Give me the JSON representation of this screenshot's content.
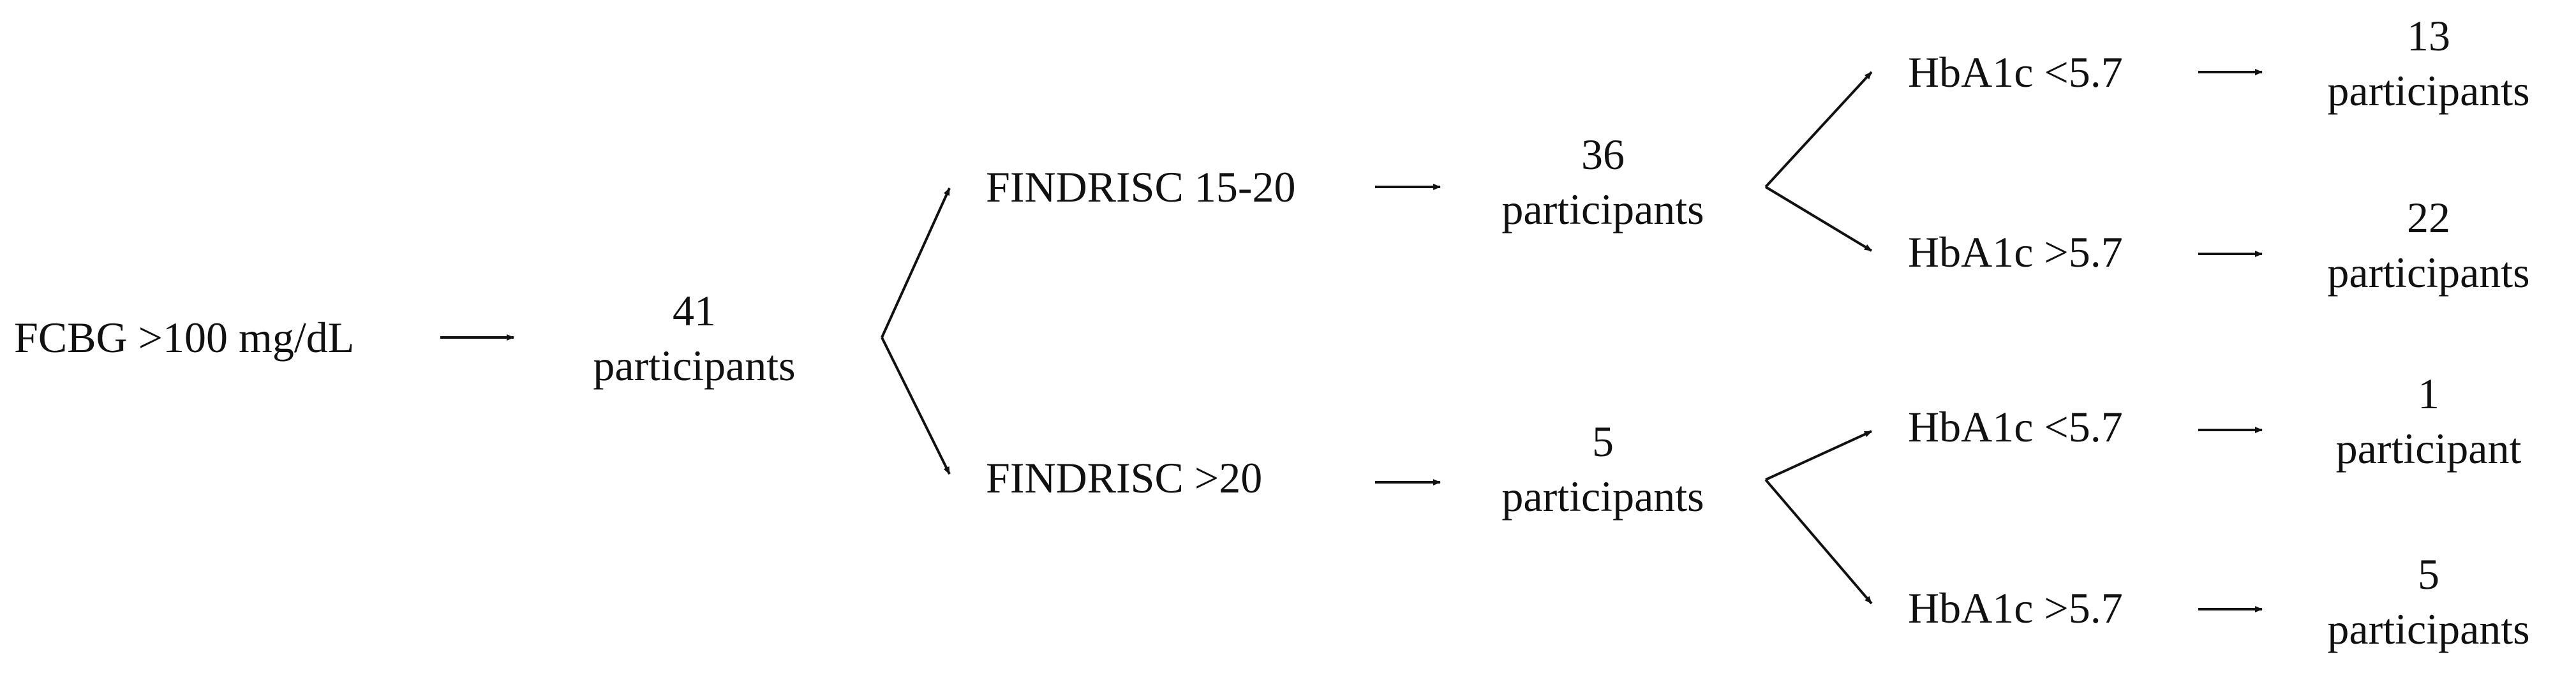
{
  "root": {
    "criterion": "FCBG >100 mg/dL",
    "count": "41",
    "unit": "participants"
  },
  "branches": [
    {
      "criterion": "FINDRISC 15-20",
      "count": "36",
      "unit": "participants",
      "outcomes": [
        {
          "criterion": "HbA1c <5.7",
          "count": "13",
          "unit": "participants"
        },
        {
          "criterion": "HbA1c >5.7",
          "count": "22",
          "unit": "participants"
        }
      ]
    },
    {
      "criterion": "FINDRISC >20",
      "count": "5",
      "unit": "participants",
      "outcomes": [
        {
          "criterion": "HbA1c <5.7",
          "count": "1",
          "unit": "participant"
        },
        {
          "criterion": "HbA1c >5.7",
          "count": "5",
          "unit": "participants"
        }
      ]
    }
  ]
}
